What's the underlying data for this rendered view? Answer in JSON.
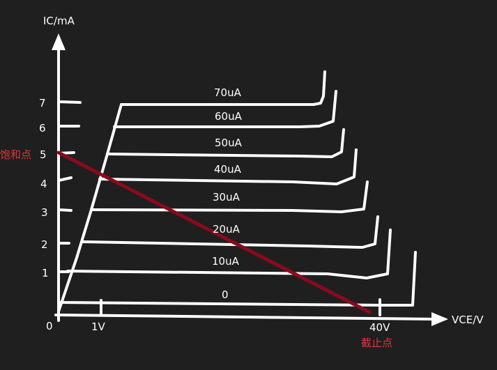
{
  "diagram": {
    "y_axis_label": "IC/mA",
    "x_axis_label": "VCE/V",
    "origin_label": "0",
    "y_ticks": [
      "1",
      "2",
      "3",
      "4",
      "5",
      "6",
      "7"
    ],
    "x_ticks": [
      "1V",
      "40V"
    ],
    "curves": [
      "0",
      "10uA",
      "20uA",
      "30uA",
      "40uA",
      "50uA",
      "60uA",
      "70uA"
    ],
    "saturation_point_label": "饱和点",
    "cutoff_point_label": "截止点"
  },
  "colors": {
    "background": "#1f1f1f",
    "lines": "#ffffff",
    "load_line": "#8b0a1e",
    "annotation_text": "#e0353b"
  }
}
